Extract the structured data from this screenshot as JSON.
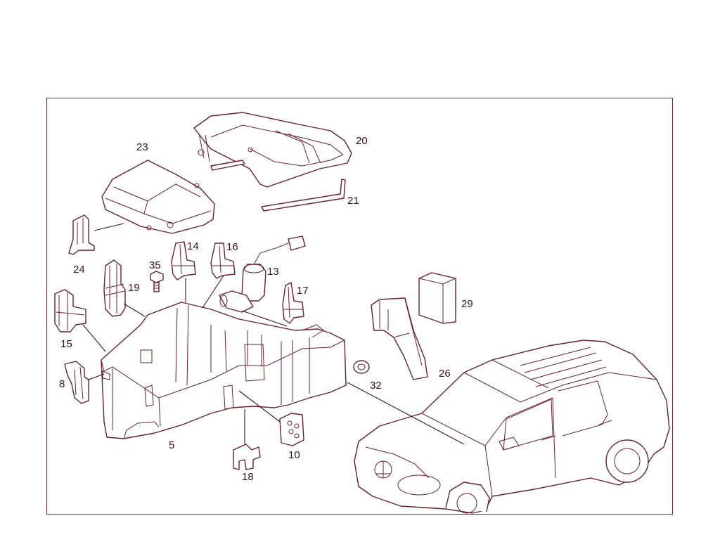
{
  "colors": {
    "line": "#6b1f2c",
    "frame": "#7a2a36",
    "text": "#3a1018",
    "background": "#ffffff"
  },
  "callouts": {
    "n5": "5",
    "n8": "8",
    "n10": "10",
    "n13": "13",
    "n14": "14",
    "n15": "15",
    "n16": "16",
    "n17": "17",
    "n18": "18",
    "n19": "19",
    "n20": "20",
    "n21": "21",
    "n23": "23",
    "n24": "24",
    "n26": "26",
    "n29": "29",
    "n32": "32",
    "n35": "35"
  }
}
